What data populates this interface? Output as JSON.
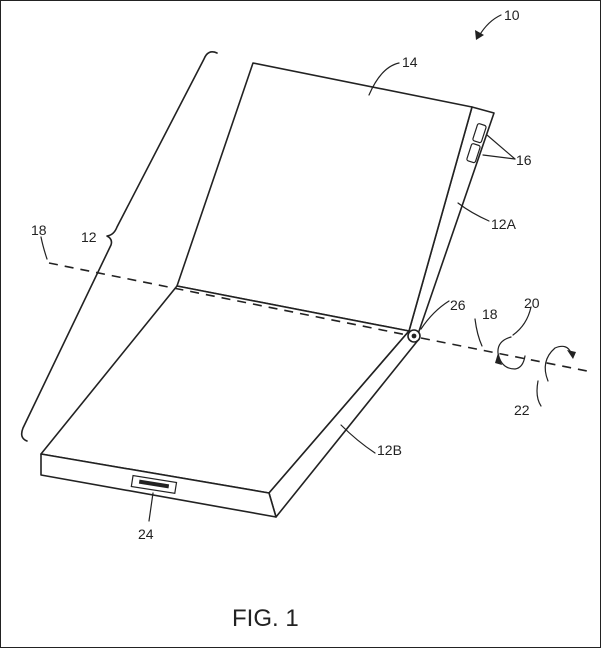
{
  "figure": {
    "caption": "FIG. 1",
    "labels": {
      "device": "10",
      "housing": "12",
      "display": "14",
      "buttons": "16",
      "axis_left": "18",
      "axis_right": "18",
      "rotation_20": "20",
      "rotation_22": "22",
      "port": "24",
      "hinge": "26",
      "upper_half": "12A",
      "lower_half": "12B"
    }
  }
}
